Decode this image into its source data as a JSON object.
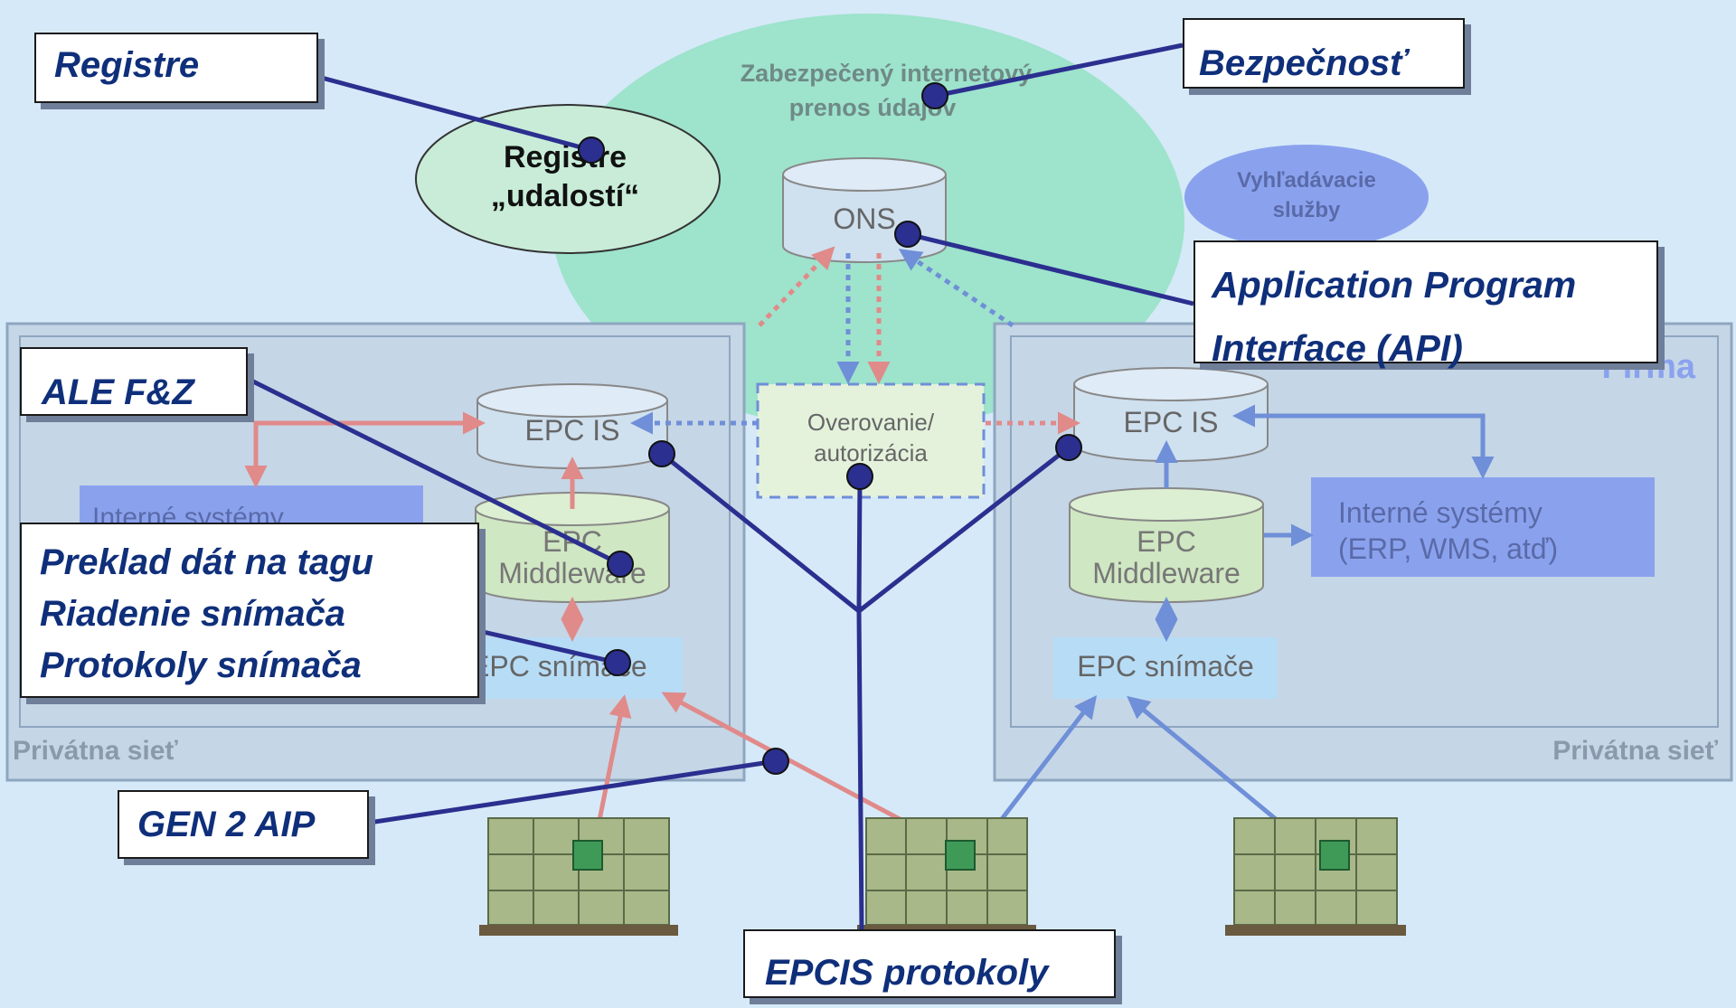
{
  "colors": {
    "background": "#d6e9f8",
    "internet_zone": "#9ee3cc",
    "private_network_fill": "#c5d6e6",
    "private_network_border": "#8ea6c0",
    "system_box": "#8aa2ee",
    "reader_box": "#b7dcf6",
    "middleware": "#cfe7c2",
    "callout_text": "#0f2f7a",
    "connector_line": "#2b2f8f",
    "arrow_red": "#e08a8a",
    "arrow_blue": "#6f8fd8",
    "dot_fill": "#2b2f8f"
  },
  "diagram": {
    "internet_zone": [
      "Zabezpečený internetový",
      "prenos údajov"
    ],
    "event_registry": [
      "Registre",
      "„udalostí“"
    ],
    "ons": "ONS",
    "search_services": [
      "Vyhľadávacie",
      "služby"
    ],
    "auth_box": [
      "Overovanie/",
      "autorizácia"
    ],
    "left_network": {
      "epc_is": "EPC IS",
      "internal_systems": "Interné systémy",
      "middleware": [
        "EPC",
        "Middleware"
      ],
      "readers": "EPC snímače",
      "network_label": "Privátna sieť"
    },
    "right_network": {
      "company": "Firma",
      "epc_is": "EPC IS",
      "internal_systems": [
        "Interné systémy",
        "(ERP, WMS, atď)"
      ],
      "middleware": [
        "EPC",
        "Middleware"
      ],
      "readers": "EPC snímače",
      "network_label": "Privátna sieť"
    }
  },
  "callouts": {
    "registre": "Registre",
    "bezpecnost": "Bezpečnosť",
    "api": [
      "Application Program",
      "Interface (API)"
    ],
    "ale": "ALE F&Z",
    "preklad": [
      "Preklad dát na tagu",
      "Riadenie snímača",
      "Protokoly snímača"
    ],
    "gen2": "GEN 2 AIP",
    "epcis": "EPCIS protokoly"
  },
  "icons": [
    "pallet-icon",
    "rfid-tag-icon",
    "connector-dot-icon"
  ]
}
